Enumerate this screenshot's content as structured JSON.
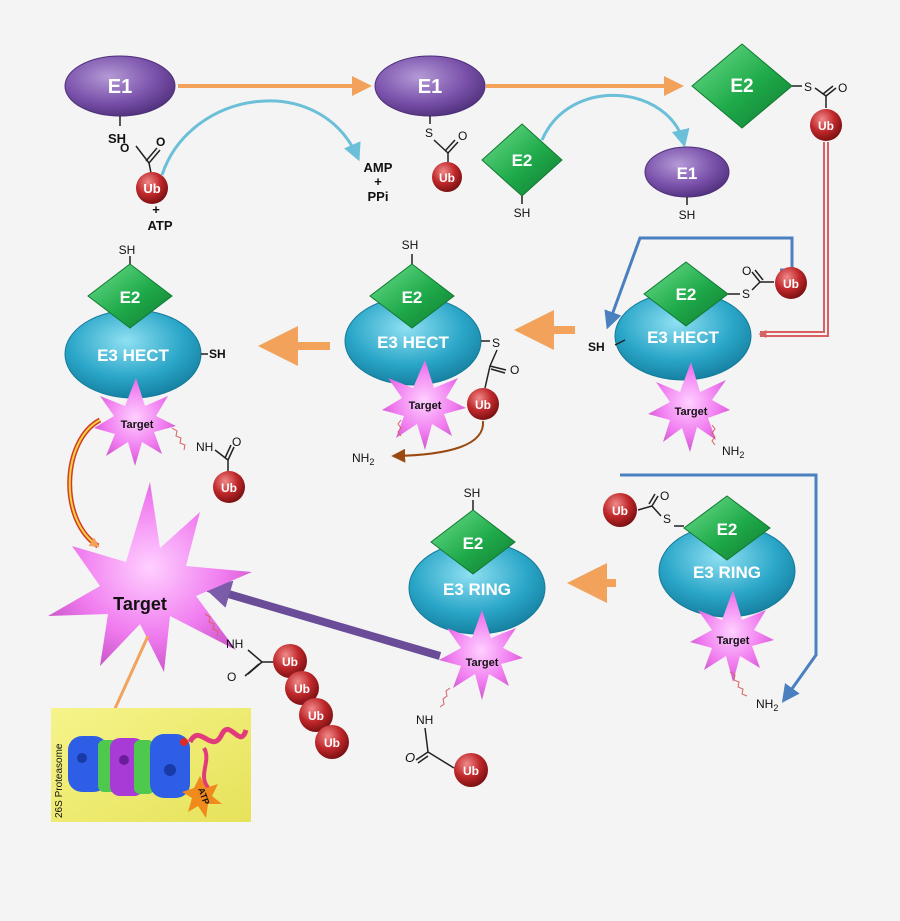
{
  "labels": {
    "e1": "E1",
    "e2": "E2",
    "e3_hect": "E3 HECT",
    "e3_ring": "E3 RING",
    "target": "Target",
    "ub": "Ub",
    "sh": "SH",
    "s": "S",
    "o": "O",
    "nh": "NH",
    "nh2": "NH",
    "nh2_sub": "2",
    "atp_plus": "+",
    "atp": "ATP",
    "amp": "AMP",
    "ppi_plus": "+",
    "ppi": "PPi",
    "proteasome": "26S Proteasome",
    "proteasome_atp": "ATP"
  },
  "colors": {
    "background": "#f4f4f4",
    "e1": "#7b52ab",
    "e2": "#1faa4a",
    "e3": "#2aa6c8",
    "target": "#f07cf0",
    "ub": "#c0282b",
    "arrow_orange": "#f2a25a",
    "arrow_blue_light": "#6bbfd8",
    "arrow_blue": "#4a7fc0",
    "arrow_red": "#d96060",
    "arrow_purple": "#7a5ca8",
    "arrow_brown": "#9a4a10"
  }
}
